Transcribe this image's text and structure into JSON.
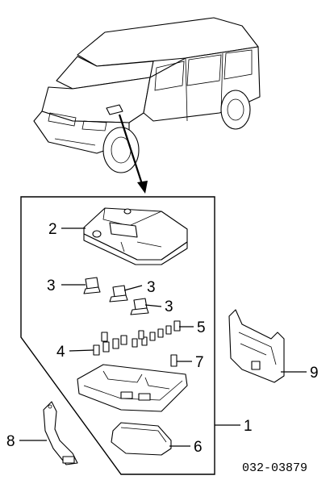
{
  "callouts": {
    "c1": "1",
    "c2": "2",
    "c3a": "3",
    "c3b": "3",
    "c3c": "3",
    "c4": "4",
    "c5": "5",
    "c6": "6",
    "c7": "7",
    "c8": "8",
    "c9": "9"
  },
  "diagram_code": "032-03879"
}
